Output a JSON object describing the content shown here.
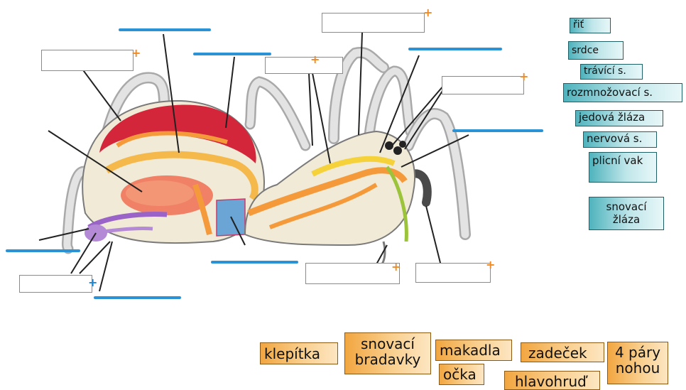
{
  "colors": {
    "accent_blue": "#2b92d6",
    "handle_orange": "#f08a24",
    "handle_blue": "#1e88d8",
    "chip_teal": "#4fb3bd",
    "chip_orange": "#f2a640",
    "heart_red": "#d3263a",
    "intestine_orange": "#f59a3a",
    "nerve_yellow": "#f5d23a",
    "spinneret_purple": "#9a63c7",
    "lung_blue": "#6aa5d6",
    "leg_gray": "#c9c9c9"
  },
  "handle_glyph": "+",
  "organ_labels": {
    "rit": "řiť",
    "srdce": "srdce",
    "travici": "trávící s.",
    "rozmnozovaci": "rozmnožovací s.",
    "jedova_zlaza": "jedová žláza",
    "nervova": "nervová s.",
    "plicni_vak": "plicní vak",
    "snovaci_zlaza": "snovací žláza"
  },
  "body_part_labels": {
    "klepitka": "klepítka",
    "snovaci_bradavky": "snovací bradavky",
    "makadla": "makadla",
    "ocka": "očka",
    "zadecek": "zadeček",
    "hlavohrud": "hlavohruď",
    "ctyri_pary_nohou": "4 páry nohou"
  }
}
